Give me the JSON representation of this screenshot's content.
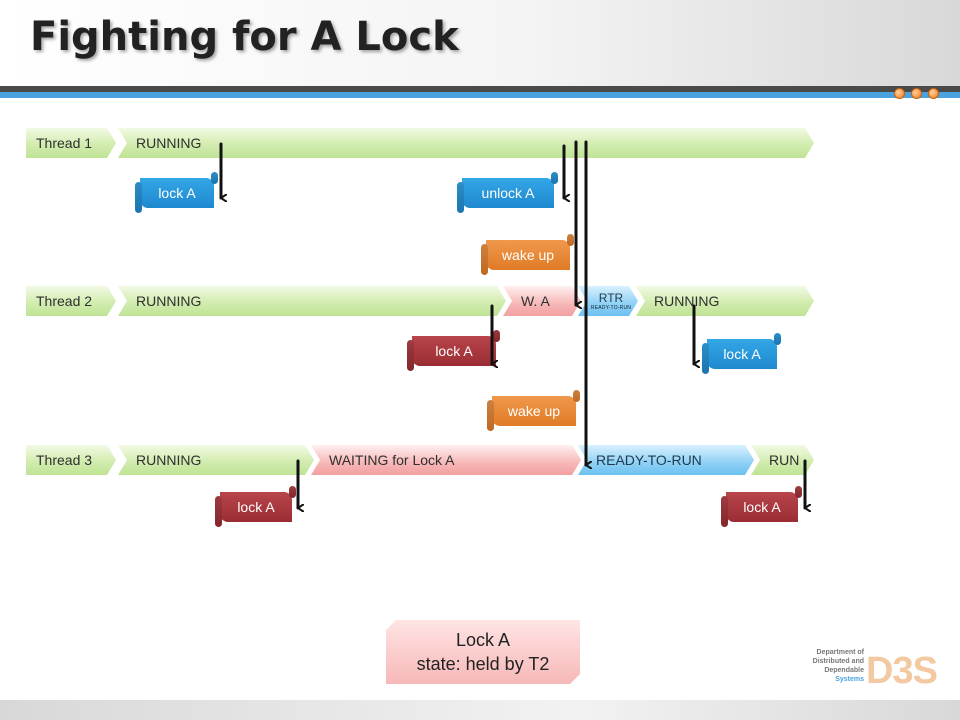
{
  "title": "Fighting for A Lock",
  "colors": {
    "accent_blue": "#4aa3df",
    "running_green": "#d2ecb0",
    "waiting_red": "#f7b7b7",
    "ready_blue": "#8ed0f5",
    "tag_blue": "#1f89cf",
    "tag_red": "#9a2d33",
    "tag_orange": "#e07b27"
  },
  "threads": [
    {
      "name": "Thread 1",
      "states": [
        {
          "label": "RUNNING",
          "kind": "running"
        }
      ],
      "events": [
        {
          "label": "lock A",
          "color": "blue"
        },
        {
          "label": "unlock A",
          "color": "blue"
        }
      ]
    },
    {
      "name": "Thread 2",
      "states": [
        {
          "label": "RUNNING",
          "kind": "running"
        },
        {
          "label": "W. A",
          "kind": "waiting"
        },
        {
          "label": "RTR",
          "sublabel": "READY-TO-RUN",
          "kind": "ready"
        },
        {
          "label": "RUNNING",
          "kind": "running"
        }
      ],
      "events": [
        {
          "label": "lock A",
          "color": "red"
        },
        {
          "label": "lock A",
          "color": "blue"
        }
      ]
    },
    {
      "name": "Thread 3",
      "states": [
        {
          "label": "RUNNING",
          "kind": "running"
        },
        {
          "label": "WAITING for Lock A",
          "kind": "waiting"
        },
        {
          "label": "READY-TO-RUN",
          "kind": "ready"
        },
        {
          "label": "RUN",
          "kind": "running"
        }
      ],
      "events": [
        {
          "label": "lock A",
          "color": "red"
        },
        {
          "label": "lock A",
          "color": "red"
        }
      ]
    }
  ],
  "wakeups": [
    {
      "label": "wake up"
    },
    {
      "label": "wake up"
    }
  ],
  "lock_state": {
    "line1": "Lock A",
    "line2": "state: held by T2"
  },
  "logo": {
    "lines": [
      "Department of",
      "Distributed and",
      "Dependable",
      "Systems"
    ],
    "letters": "D3S"
  }
}
